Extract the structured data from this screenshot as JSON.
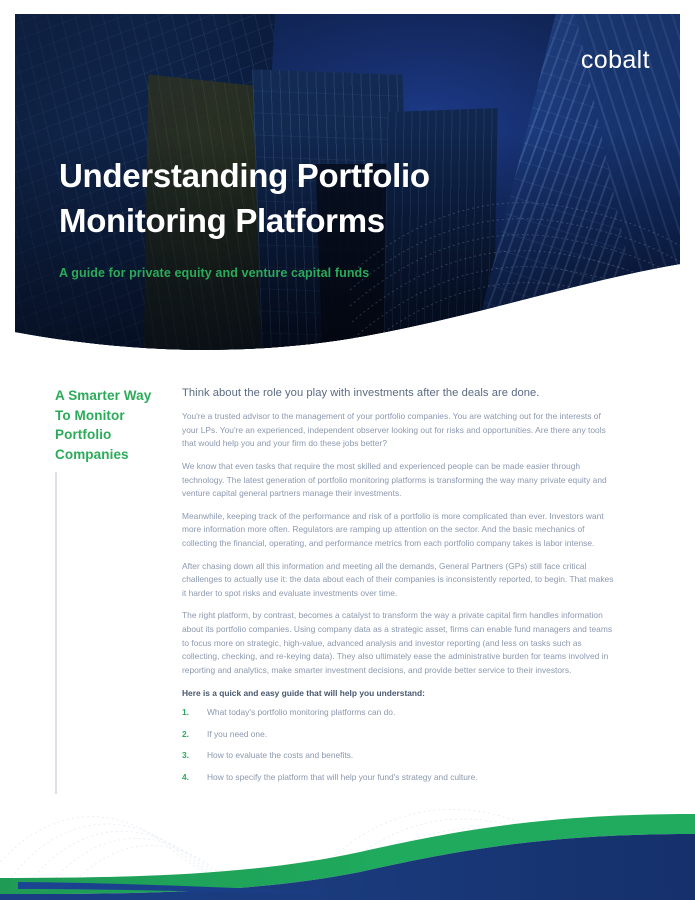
{
  "brand": {
    "logo_text": "cobalt",
    "green": "#2bab5a",
    "navy": "#1d3f83",
    "deep_navy": "#15306b",
    "body_text": "#8b98ad",
    "lede_text": "#5a6a82"
  },
  "hero": {
    "title_line1": "Understanding Portfolio",
    "title_line2": "Monitoring Platforms",
    "subtitle": "A guide for private equity and venture capital funds"
  },
  "sidebar": {
    "heading_line1": "A Smarter Way",
    "heading_line2": "To Monitor",
    "heading_line3": "Portfolio",
    "heading_line4": "Companies"
  },
  "main": {
    "lede": "Think about the role you play with investments after the deals are done.",
    "paragraphs": [
      "You're a trusted advisor to the management of your portfolio companies. You are watching out for the interests of your LPs. You're an experienced, independent observer looking out for risks and opportunities.  Are there any tools that would help you and your firm do these jobs better?",
      "We know that even tasks that require the most skilled and experienced people can be made easier through technology. The latest generation of portfolio monitoring platforms is transforming the way many private equity and venture capital general partners manage their investments.",
      "Meanwhile, keeping track of the performance and risk of a portfolio is more complicated than ever. Investors want more information more often.  Regulators are ramping up attention on the sector. And the basic mechanics of collecting the financial, operating, and performance metrics from each portfolio company takes is labor intense.",
      "After chasing down all this information and meeting all the demands, General Partners (GPs) still face critical challenges to actually use it: the data about each of their companies is inconsistently reported, to begin. That makes it harder to spot risks and evaluate investments over time.",
      "The right platform, by contrast, becomes a catalyst to transform the way a private capital firm handles information about its portfolio companies.  Using company data as a strategic asset, firms can enable fund managers and teams to focus more on strategic, high-value, advanced analysis and investor reporting (and less on tasks such as collecting, checking, and re-keying data). They also ultimately ease the administrative burden for teams involved in reporting and analytics, make smarter investment decisions, and provide better service to their investors."
    ],
    "list_heading": "Here is a quick and easy guide that will help you understand:",
    "list_items": [
      {
        "number": "1.",
        "text": "What today's portfolio monitoring platforms can do."
      },
      {
        "number": "2.",
        "text": "If you need one."
      },
      {
        "number": "3.",
        "text": "How to evaluate the costs and benefits."
      },
      {
        "number": "4.",
        "text": "How to specify the platform that will help your fund's strategy and culture."
      }
    ]
  }
}
